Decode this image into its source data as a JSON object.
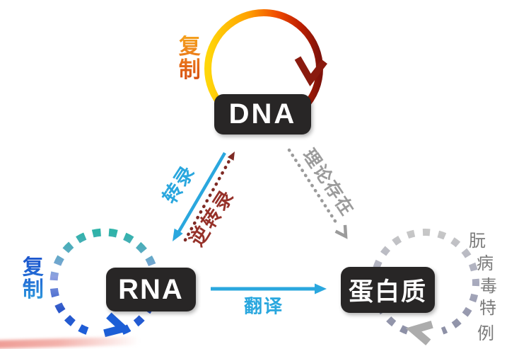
{
  "nodes": {
    "dna": "DNA",
    "rna": "RNA",
    "protein": "蛋白质"
  },
  "labels": {
    "dna_replication": "复制",
    "transcription": "转录",
    "reverse_transcription": "逆转录",
    "theoretical_existence": "理论存在",
    "translation": "翻译",
    "rna_replication": "复制",
    "prion_exception": "朊病毒特例"
  },
  "prion_chars": [
    "朊",
    "病",
    "毒",
    "特",
    "例"
  ],
  "colors": {
    "node_background": "#282626",
    "node_text": "#ffffff",
    "transcription_arrow": "#2aa7de",
    "reverse_transcription_arrow": "#7e2a24",
    "reverse_transcription_text": "#963129",
    "theoretical_arrow": "#9b9b9b",
    "translation_arrow": "#2aa7de",
    "dna_cycle_yellow": "#ffd60a",
    "dna_cycle_dark_red": "#7e120a",
    "dna_replication_text": "#e9731a",
    "rna_cycle_teal": "#2fb3a9",
    "rna_cycle_periwinkle": "#8ea0e0",
    "rna_cycle_blue": "#1d5ed8",
    "rna_replication_text": "#1d5fd2",
    "protein_cycle_light": "#c7c7c7",
    "protein_cycle_dark": "#8d90a6",
    "prion_text": "#7b7b7b",
    "artifact_pink": "#ee9c95"
  }
}
